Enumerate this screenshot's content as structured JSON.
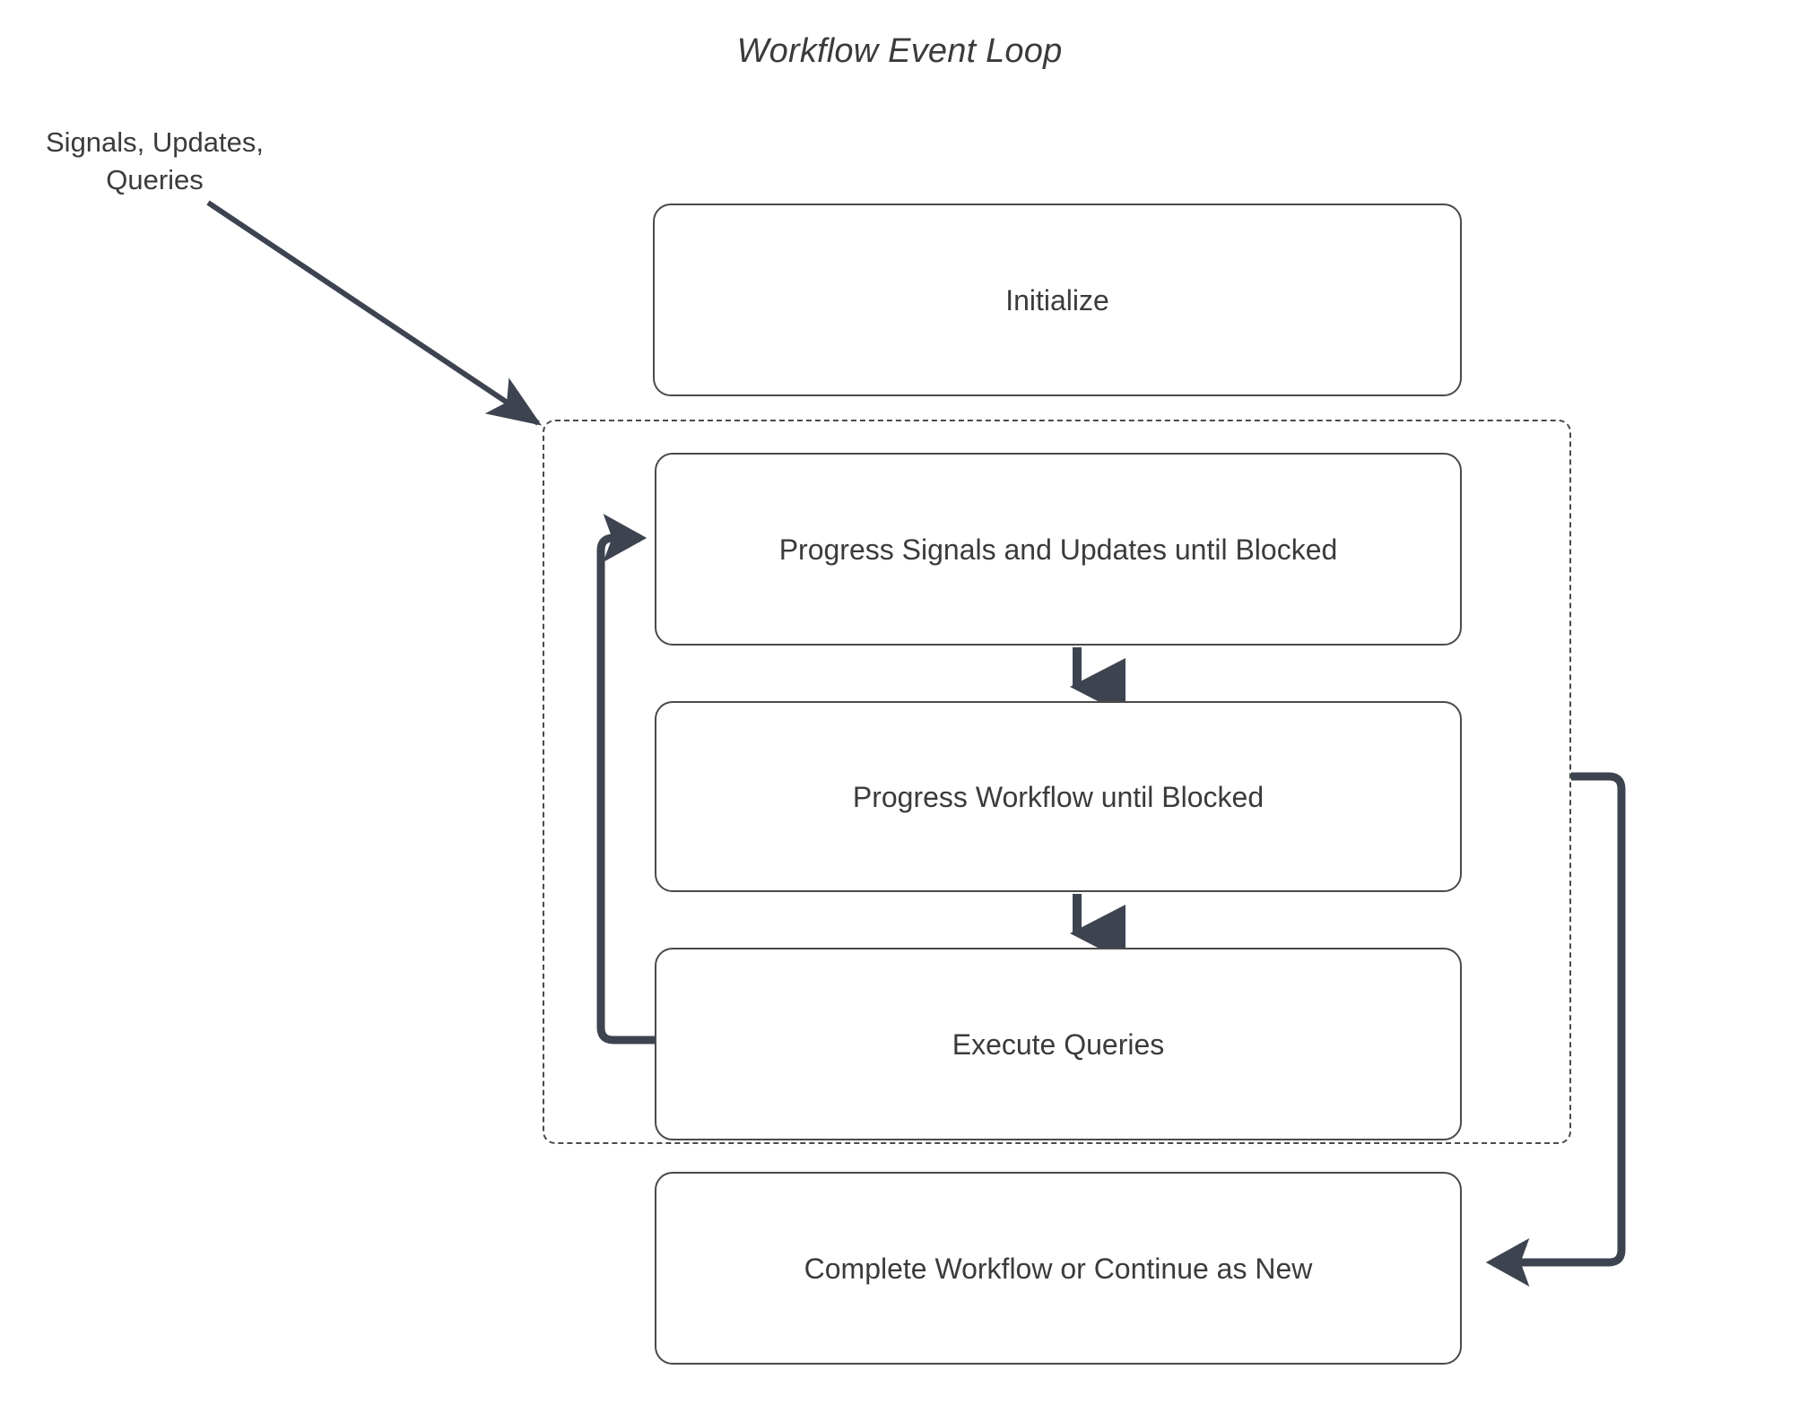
{
  "diagram": {
    "title": "Workflow Event Loop",
    "type": "flowchart",
    "colors": {
      "background": "#ffffff",
      "node_border": "#4a4a4a",
      "node_fill": "#ffffff",
      "text": "#3b3b3b",
      "arrow": "#3d4450",
      "container_border": "#4a4a4a"
    },
    "external_label": {
      "line1": "Signals, Updates,",
      "line2": "Queries"
    },
    "nodes": [
      {
        "id": "initialize",
        "label": "Initialize"
      },
      {
        "id": "progress-su",
        "label": "Progress Signals and Updates until Blocked"
      },
      {
        "id": "progress-wf",
        "label": "Progress Workflow until Blocked"
      },
      {
        "id": "exec-queries",
        "label": "Execute Queries"
      },
      {
        "id": "complete",
        "label": "Complete Workflow or Continue as New"
      }
    ],
    "container": {
      "id": "event-loop-container",
      "style": "dashed",
      "label": ""
    },
    "edges": [
      {
        "from": "external-label",
        "to": "event-loop-container",
        "style": "solid-thin-diagonal"
      },
      {
        "from": "progress-su",
        "to": "progress-wf",
        "style": "solid-thick-down"
      },
      {
        "from": "progress-wf",
        "to": "exec-queries",
        "style": "solid-thick-down"
      },
      {
        "from": "exec-queries",
        "to": "progress-su",
        "style": "solid-thick-loop-left"
      },
      {
        "from": "event-loop-container",
        "to": "complete",
        "style": "solid-thick-loop-right"
      }
    ]
  }
}
